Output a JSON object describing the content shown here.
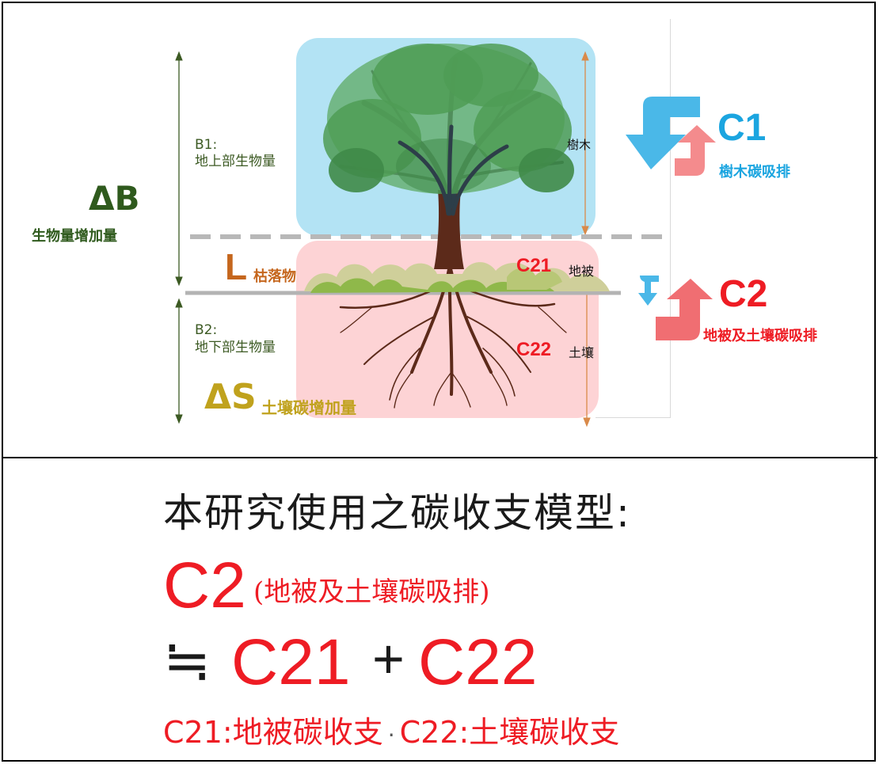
{
  "diagram": {
    "b1_label": "B1:",
    "b1_desc": "地上部生物量",
    "delta_b_label": "ΔB",
    "delta_b_desc": "生物量增加量",
    "l_letter": "L",
    "l_desc": "枯落物",
    "b2_label": "B2:",
    "b2_desc": "地下部生物量",
    "delta_s_label": "ΔS",
    "delta_s_desc": "土壤碳增加量",
    "tree_label": "樹木",
    "c21_label": "C21",
    "ground_cover_label": "地被",
    "c22_label": "C22",
    "soil_label": "土壤",
    "c1_label": "C1",
    "c1_desc": "樹木碳吸排",
    "c2_label": "C2",
    "c2_desc": "地被及土壤碳吸排",
    "colors": {
      "sky": "#b3e3f4",
      "soil": "#fdd3d5",
      "red": "#ee1c24",
      "blue": "#1ba5e0",
      "green_text": "#2f5a1d",
      "litter_orange": "#c5661d",
      "soil_gold": "#c0a21d"
    }
  },
  "model": {
    "title": "本研究使用之碳收支模型:",
    "c2_label": "C2",
    "c2_desc": "(地被及土壤碳吸排)",
    "approx_symbol": "≒",
    "c21": "C21",
    "plus": "+",
    "c22": "C22",
    "legend_c21": "C21:地被碳收支",
    "legend_sep": "·",
    "legend_c22": "C22:土壤碳收支"
  }
}
